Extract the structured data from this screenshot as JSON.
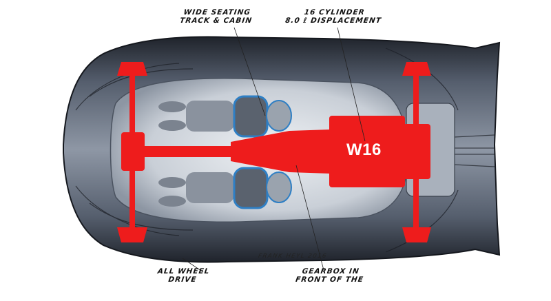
{
  "annotations": {
    "seating": [
      "WIDE SEATING",
      "TRACK & CABIN"
    ],
    "cylinder": [
      "16 CYLINDER",
      "8.0 ℓ DISPLACEMENT"
    ],
    "awd": [
      "ALL WHEEL",
      "DRIVE"
    ],
    "gearbox": [
      "GEARBOX IN",
      "FRONT OF THE"
    ]
  },
  "engine_label": "W16",
  "signature": "FRANK HEYL 2016",
  "colors": {
    "drivetrain": "#ee1c1c",
    "body_dark": "#2c313c",
    "body_mid": "#5b6474",
    "cabin": "#d9dee4",
    "seat_blue": "#2f7fc4"
  }
}
